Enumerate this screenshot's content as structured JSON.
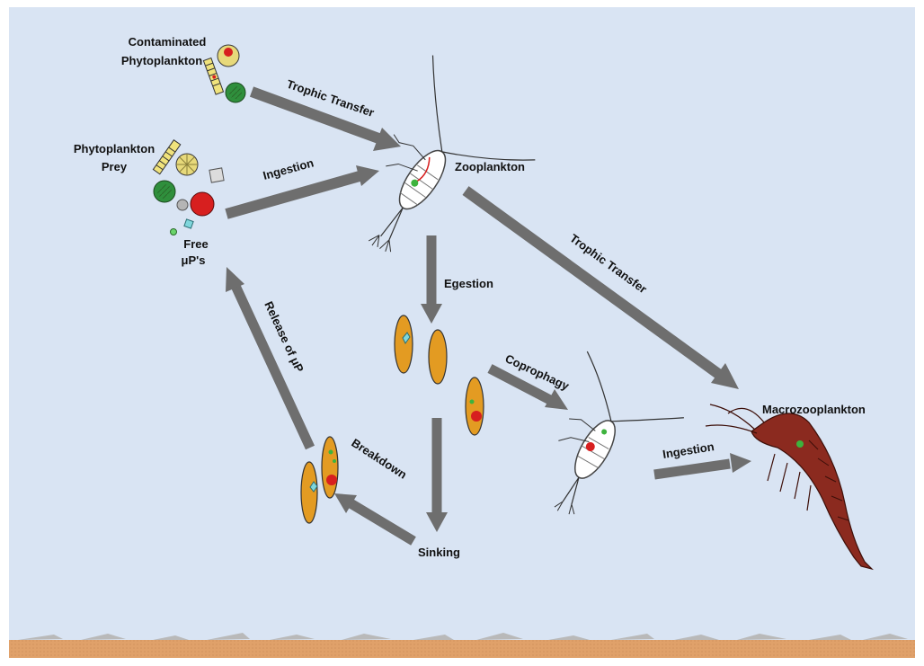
{
  "labels": {
    "contaminated_phytoplankton_line1": "Contaminated",
    "contaminated_phytoplankton_line2": "Phytoplankton",
    "phytoplankton_prey_line1": "Phytoplankton",
    "phytoplankton_prey_line2": "Prey",
    "free_microplastics_line1": "Free",
    "free_microplastics_line2": "μP's",
    "zooplankton": "Zooplankton",
    "macrozooplankton": "Macrozooplankton",
    "sinking": "Sinking"
  },
  "arrows": {
    "trophic_transfer_top": "Trophic Transfer",
    "ingestion_top": "Ingestion",
    "trophic_transfer_right": "Trophic Transfer",
    "egestion": "Egestion",
    "coprophagy": "Coprophagy",
    "ingestion_bottom": "Ingestion",
    "breakdown": "Breakdown",
    "release_of_microplastics": "Release of μP"
  },
  "colors": {
    "water": "#d9e4f3",
    "arrow": "#6e6e6e",
    "fecal_pellet": "#e39b22",
    "sediment": "#e3a86e",
    "microplastic_red": "#d71f1f",
    "microplastic_green": "#3db33d",
    "microplastic_cyan": "#7fd6dc",
    "shrimp": "#8b2a1f"
  }
}
